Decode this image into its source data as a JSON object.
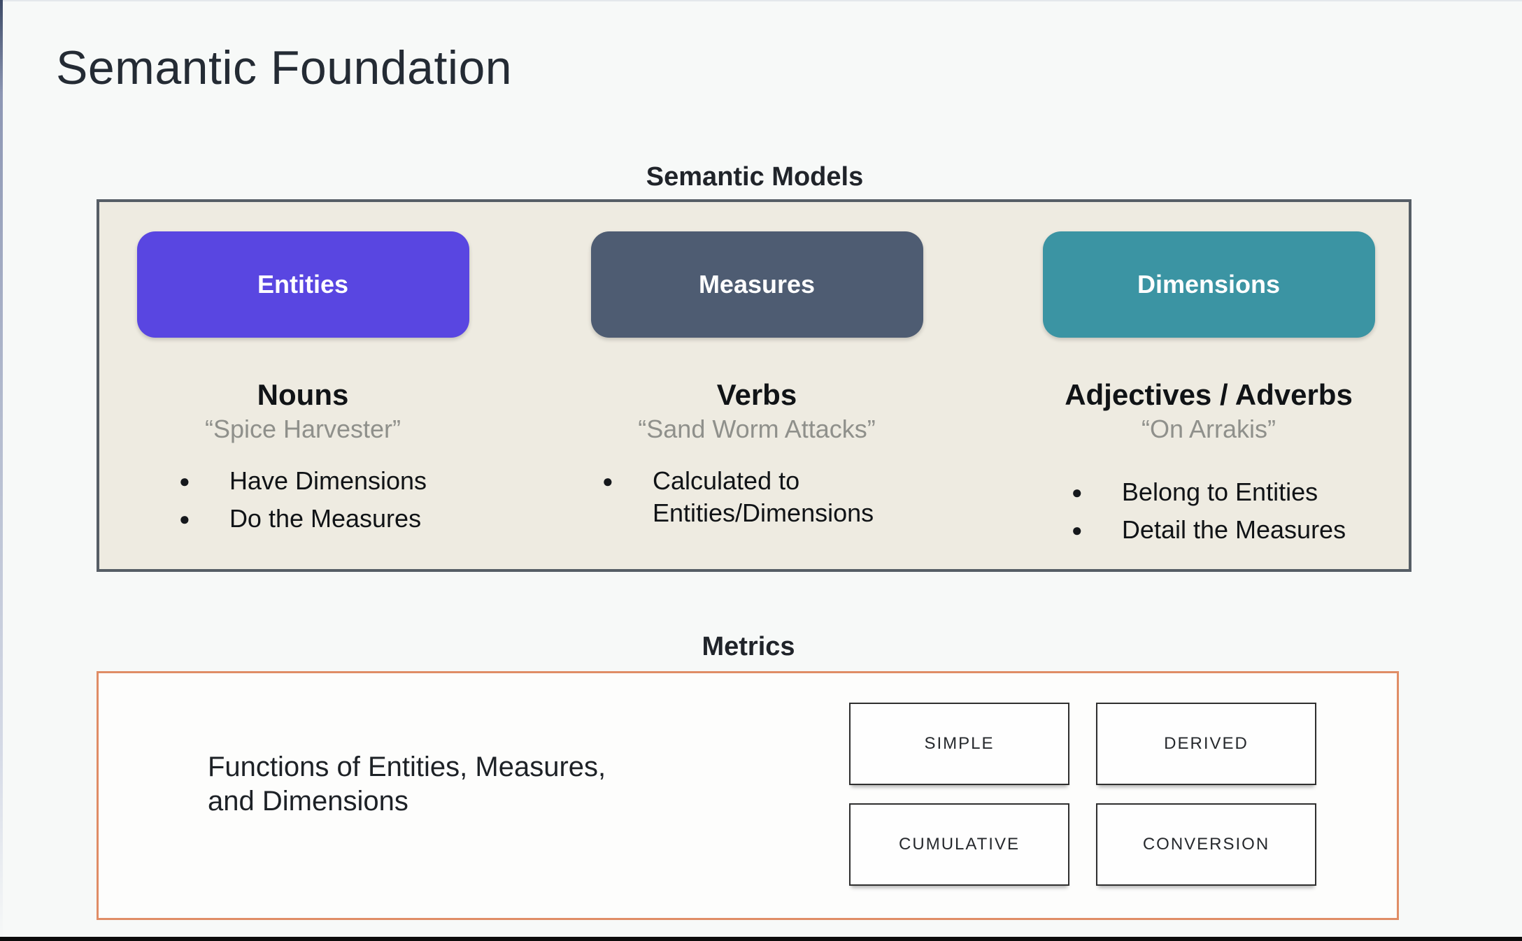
{
  "page": {
    "title": "Semantic Foundation"
  },
  "models": {
    "heading": "Semantic Models",
    "panel_background": "#eeebe1",
    "panel_border": "#565e66",
    "columns": [
      {
        "pill": "Entities",
        "color": "#5946e1",
        "heading": "Nouns",
        "quote": "“Spice Harvester”",
        "bullets": [
          "Have Dimensions",
          "Do the Measures"
        ]
      },
      {
        "pill": "Measures",
        "color": "#4e5c72",
        "heading": "Verbs",
        "quote": "“Sand Worm Attacks”",
        "bullets": [
          "Calculated to Entities/Dimensions"
        ]
      },
      {
        "pill": "Dimensions",
        "color": "#3b94a3",
        "heading": "Adjectives / Adverbs",
        "quote": "“On Arrakis”",
        "bullets": [
          "Belong to Entities",
          "Detail the Measures"
        ]
      }
    ]
  },
  "metrics": {
    "heading": "Metrics",
    "panel_border": "#e08d66",
    "description": "Functions of Entities, Measures,\nand Dimensions",
    "boxes": [
      "SIMPLE",
      "DERIVED",
      "CUMULATIVE",
      "CONVERSION"
    ]
  }
}
